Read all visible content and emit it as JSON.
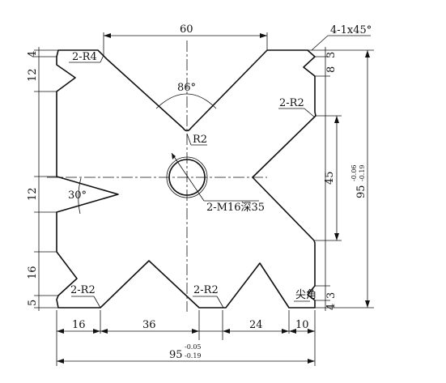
{
  "drawing": {
    "dim_top_width": "60",
    "dim_chamfer": "4-1x45°",
    "dim_top_left_radius": "2-R4",
    "dim_angle_top": "86°",
    "dim_r2_top": "R2",
    "dim_right_radius": "2-R2",
    "dim_thread": "2-M16深35",
    "dim_angle_left": "30°",
    "dim_bottom_left_radius": "2-R2",
    "dim_bottom_mid_radius": "2-R2",
    "dim_corner_note": "尖角",
    "dim_bottom_segments": [
      "16",
      "36",
      "24",
      "10"
    ],
    "dim_total_width_base": "95",
    "dim_total_width_upper": "-0.05",
    "dim_total_width_lower": "-0.19",
    "dim_left_heights": [
      "4",
      "12",
      "12",
      "16",
      "5"
    ],
    "dim_right_small": [
      "3",
      "8",
      "3",
      "4"
    ],
    "dim_right_mid": "45",
    "dim_total_height_base": "95",
    "dim_total_height_upper": "-0.06",
    "dim_total_height_lower": "-0.19"
  }
}
